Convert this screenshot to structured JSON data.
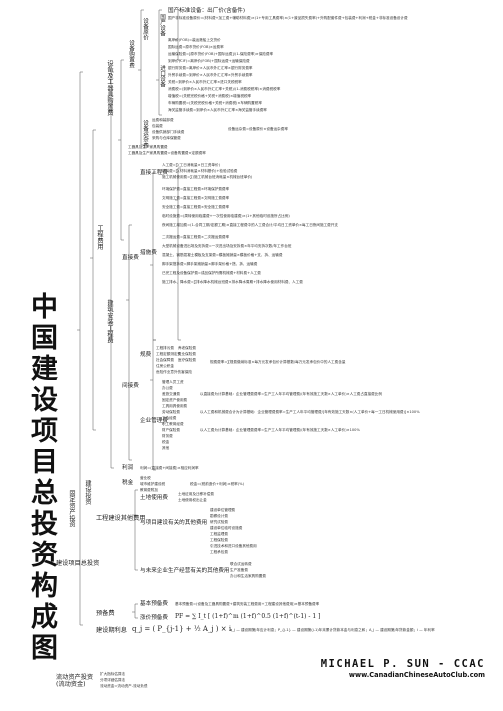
{
  "title": "中国建设项目总投资构成图",
  "signature": {
    "name": "MICHAEL P. SUN - CCAC",
    "url": "www.CanadianChineseAutoClub.com"
  },
  "root": {
    "total_investment": "建设项目总投资",
    "fixed_asset": "固定资产投资",
    "working_capital": "流动资产投资",
    "working_capital_paren": "(流动资金)",
    "construction_investment": "建设投资",
    "engineering_cost": "工程费用",
    "equipment_cost": "设备及工器具购置费",
    "installation_cost": "建筑安装工程费",
    "direct_cost": "直接费",
    "indirect_cost": "间接费",
    "profit": "利润",
    "tax": "税金",
    "other_cost": "工程建设其他费用",
    "reserve_cost": "预备费",
    "interest": "建设期利息"
  },
  "equipment": {
    "eq_purchase": "设备购置费",
    "eq_price": "设备原价",
    "domestic": "国产设备",
    "domestic_note": "国产标准设备：出厂价(含备件)",
    "domestic_nonstd": "国产非标准设备原价=(材料费+加工费+辅助材料费)×(1+专用工具费率)×(1+废品损失费率)+外购配套件费+包装费+利润+税金+非标准设备设计费",
    "import": "进口设备",
    "import_fob": "离岸价(FOB)=装运港船上交货价",
    "import_freight": "国际运费=原币货价(FOB)×运费率",
    "import_insurance": "运输保险费=[原币货价(FOB)+国际运费]/(1-保险费率)×保险费率",
    "import_cif": "到岸价(CIF)=离岸价(FOB)+国际运费+运输保险费",
    "import_bank": "银行财务费=离岸价×人民币外汇汇率×银行财务费率",
    "import_trade": "外贸手续费=到岸价×人民币外汇汇率×外贸手续费率",
    "import_duty": "关税=到岸价×人民币外汇汇率×进口关税税率",
    "import_consumption": "消费税=(到岸价×人民币外汇汇率+关税)/(1-消费税税率)×消费税税率",
    "import_vat": "增值税=(关税完税价格+关税+消费税)×增值税税率",
    "import_vehicle": "车辆购置税=(关税完税价格+关税+消费税)×车辆购置税率",
    "import_surcharge": "海关监管手续费=到岸价×人民币外汇汇率×海关监管手续费率",
    "eq_misc": "设备运杂费",
    "eq_misc_formula": "设备运杂费=设备原价×设备运杂费率",
    "eq_misc_items": [
      "运费和装卸费",
      "包装费",
      "设备供销部门手续费",
      "采购与仓库保管费"
    ],
    "tools_cost": "工器具及生产家具购置费",
    "tools_formula": "工器具及生产家具购置费=设备购置费×定额费率"
  },
  "direct": {
    "direct_engineering": "直接工程费",
    "labor": "人工费",
    "labor_formula": "人工费=∑(工日消耗量×日工资单价)",
    "material": "材料费",
    "material_formula": "材料费=∑(材料消耗量×材料基价)+检验试验费",
    "machine": "施工机械使用费",
    "machine_formula": "施工机械使用费=∑(施工机械台班消耗量×机械台班单价)",
    "measures": "措施费",
    "measures_items": [
      "环境保护费=直接工程费×环境保护费费率",
      "文明施工费=直接工程费×文明施工费费率",
      "安全施工费=直接工程费×安全施工费费率",
      "临时设施费=(周转使用临建费+一次性使用临建费)×(1+其他临时设施所占比例)",
      "夜间施工增加费=(1-合同工期/定额工期)×直接工程费中的人工费合计/平均日工资单价×每工日夜间施工费开支",
      "二次搬运费=直接工程费×二次搬运费费率",
      "大型机械设备进出场及安拆费=一次进出场及安拆费×年平均安拆次数/年工作台班",
      "混凝土、钢筋混凝土模板及支架费=模板摊销量×模板价格+支、拆、运输费",
      "脚手架搭拆费=脚手架摊销量×脚手架价格+搭、拆、运输费",
      "已完工程及设备保护费=成品保护所需机械费+材料费+人工费",
      "施工排水、降水费=∑排水降水机械台班费×排水降水周期+排水降水使用材料费、人工费"
    ]
  },
  "indirect": {
    "fees": "规费",
    "fees_items": [
      "工程排污费",
      "工程定额测定费",
      "社会保障费",
      "住房公积金",
      "危险作业意外伤害保险"
    ],
    "social_items": [
      "养老保险费",
      "失业保险费",
      "医疗保险费"
    ],
    "enterprise": "企业管理费",
    "enterprise_items": [
      "管理人员工资",
      "办公费",
      "差旅交通费",
      "固定资产使用费",
      "工具用具使用费",
      "劳动保险费",
      "工会经费",
      "职工教育经费",
      "财产保险费",
      "财务费",
      "税金",
      "其他"
    ],
    "fees_formula": "规费费率=∑规费缴纳标准×每万元发承包价计算基数/每万元发承包价中的人工费含量",
    "enterprise_formula1": "以直接费为计算基础：企业管理费费率=生产工人年平均管理费/(年有效施工天数×人工单价)×人工费占直接费比例",
    "enterprise_formula2": "以人工费和机械费合计为计算基础：企业管理费费率=生产工人年平均管理费/[年有效施工天数×(人工单价+每一工日机械使用费)]×100%",
    "enterprise_formula3": "以人工费为计算基础：企业管理费费率=生产工人年平均管理费/(年有效施工天数×人工单价)×100%"
  },
  "profit": {
    "profit_formula": "利润=(直接费+间接费)×相应利润率",
    "tax_items": [
      "营业税",
      "城市维护建设税",
      "教育费附加"
    ],
    "tax_formula": "税金=(税前造价+利润)×税率(%)"
  },
  "other": {
    "land": "土地使用费",
    "land_items": [
      "土地征用及迁移补偿费",
      "土地使用权出让金"
    ],
    "related": "与项目建设有关的其他费用",
    "related_items": [
      "建设单位管理费",
      "勘察设计费",
      "研究试验费",
      "建设单位临时设施费",
      "工程监理费",
      "工程保险费",
      "引进技术和进口设备其他费用",
      "工程承包费"
    ],
    "future": "与未来企业生产经营有关的其他费用",
    "future_items": [
      "联合试运转费",
      "生产准备费",
      "办公和生活家具购置费"
    ]
  },
  "reserve": {
    "basic": "基本预备费",
    "basic_formula": "基本预备费=(设备及工器具购置费+建筑安装工程费用+工程建设其他费用)×基本预备费率",
    "price": "涨价预备费",
    "price_formula": "PF = ∑ I_t [ (1+f)^m (1+f)^0.5 (1+f)^(t-1) - 1 ]"
  },
  "interest": {
    "formula": "q_j = ( P_{j-1} + ½ A_j ) × i",
    "note": "q_j — 建设期第j年应计利息；P_{j-1} — 建设期第(j-1)年末累计贷款本金与利息之和；A_j — 建设期第j年贷款金额；i — 年利率"
  },
  "working": {
    "items": [
      "扩大指标估算法",
      "分项详细估算法"
    ],
    "note": "流动资金=流动资产-流动负债"
  }
}
